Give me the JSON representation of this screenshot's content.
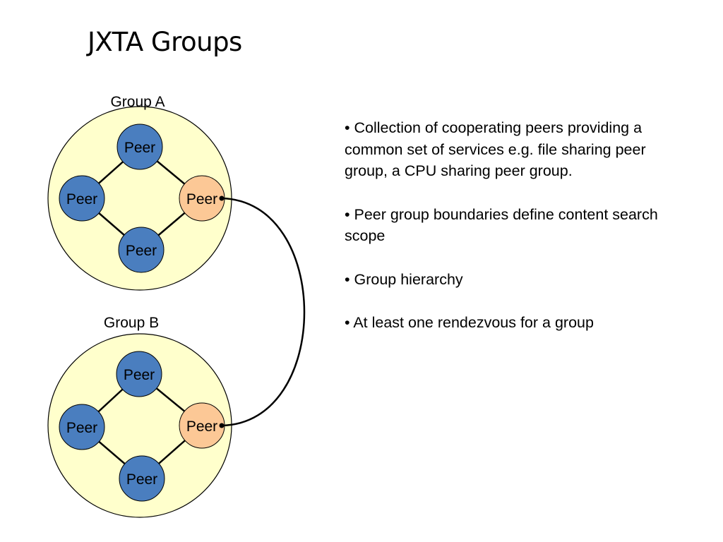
{
  "slide": {
    "title": "JXTA Groups"
  },
  "diagram": {
    "groups": [
      {
        "label": "Group A",
        "peers": [
          {
            "label": "Peer",
            "role": "member"
          },
          {
            "label": "Peer",
            "role": "member"
          },
          {
            "label": "Peer",
            "role": "rendezvous"
          },
          {
            "label": "Peer",
            "role": "member"
          }
        ]
      },
      {
        "label": "Group B",
        "peers": [
          {
            "label": "Peer",
            "role": "member"
          },
          {
            "label": "Peer",
            "role": "member"
          },
          {
            "label": "Peer",
            "role": "rendezvous"
          },
          {
            "label": "Peer",
            "role": "member"
          }
        ]
      }
    ],
    "colors": {
      "group_fill": "#ffffcc",
      "peer_fill": "#4a7ebf",
      "rendezvous_fill": "#fcc896",
      "stroke": "#000000"
    }
  },
  "bullets": [
    "• Collection of cooperating peers providing a common set of services e.g. file sharing peer group, a CPU sharing peer group.",
    "• Peer group boundaries define content search scope",
    "• Group hierarchy",
    "• At least one rendezvous for a group"
  ]
}
